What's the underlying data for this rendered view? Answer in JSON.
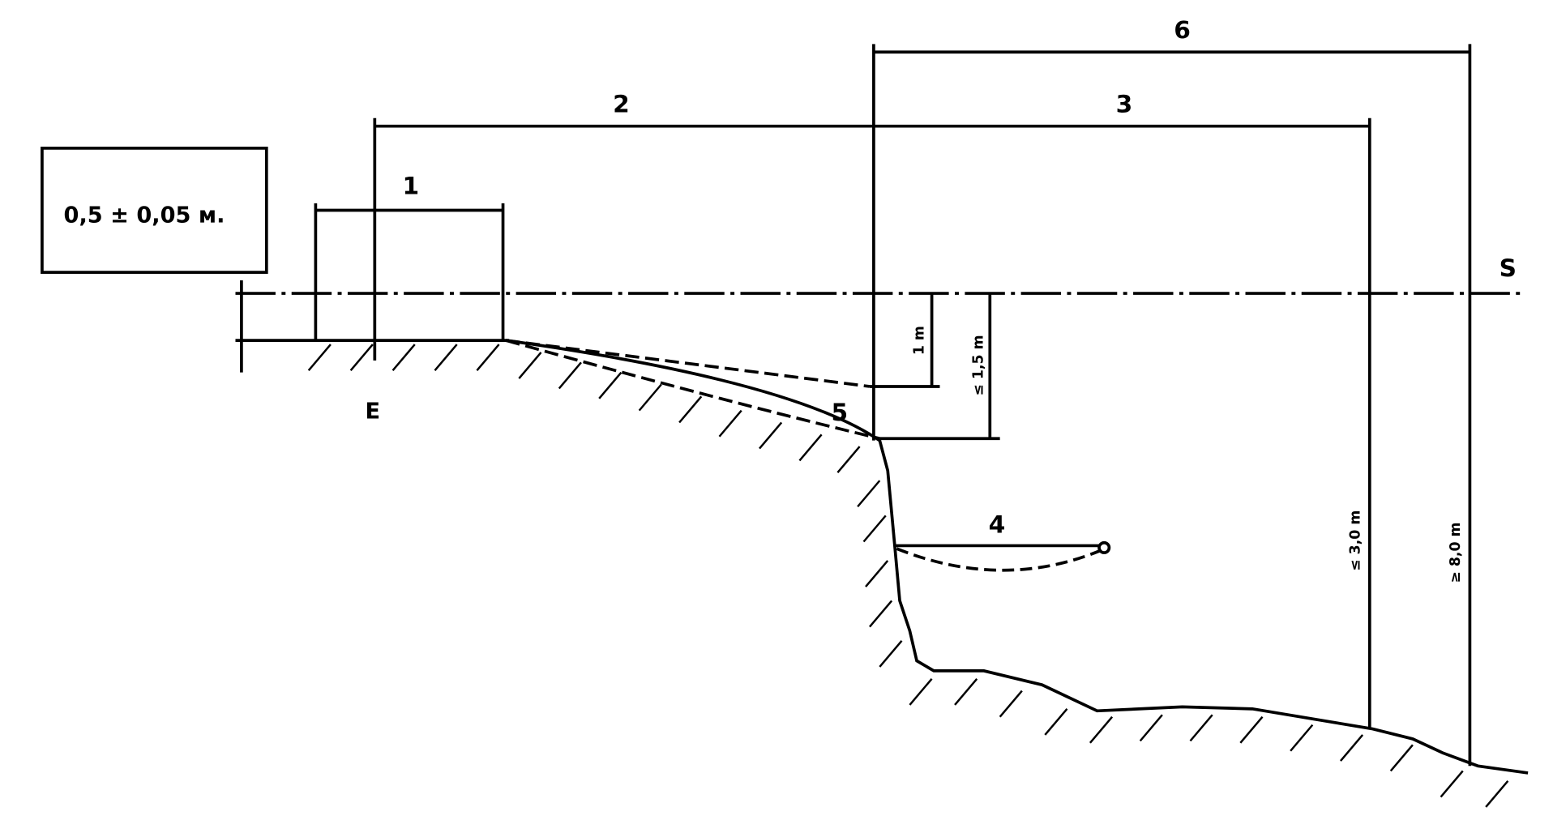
{
  "tolerance_box": "0,5 ± 0,05 м.",
  "labels": {
    "d1": "1",
    "d2": "2",
    "d3": "3",
    "d4": "4",
    "d5": "5",
    "d6": "6",
    "surface": "S",
    "edge": "E"
  },
  "dimensions": {
    "v1": "1 m",
    "v15": "≤ 1,5 m",
    "v30": "≤ 3,0 m",
    "v80": "≥ 8,0 m"
  }
}
